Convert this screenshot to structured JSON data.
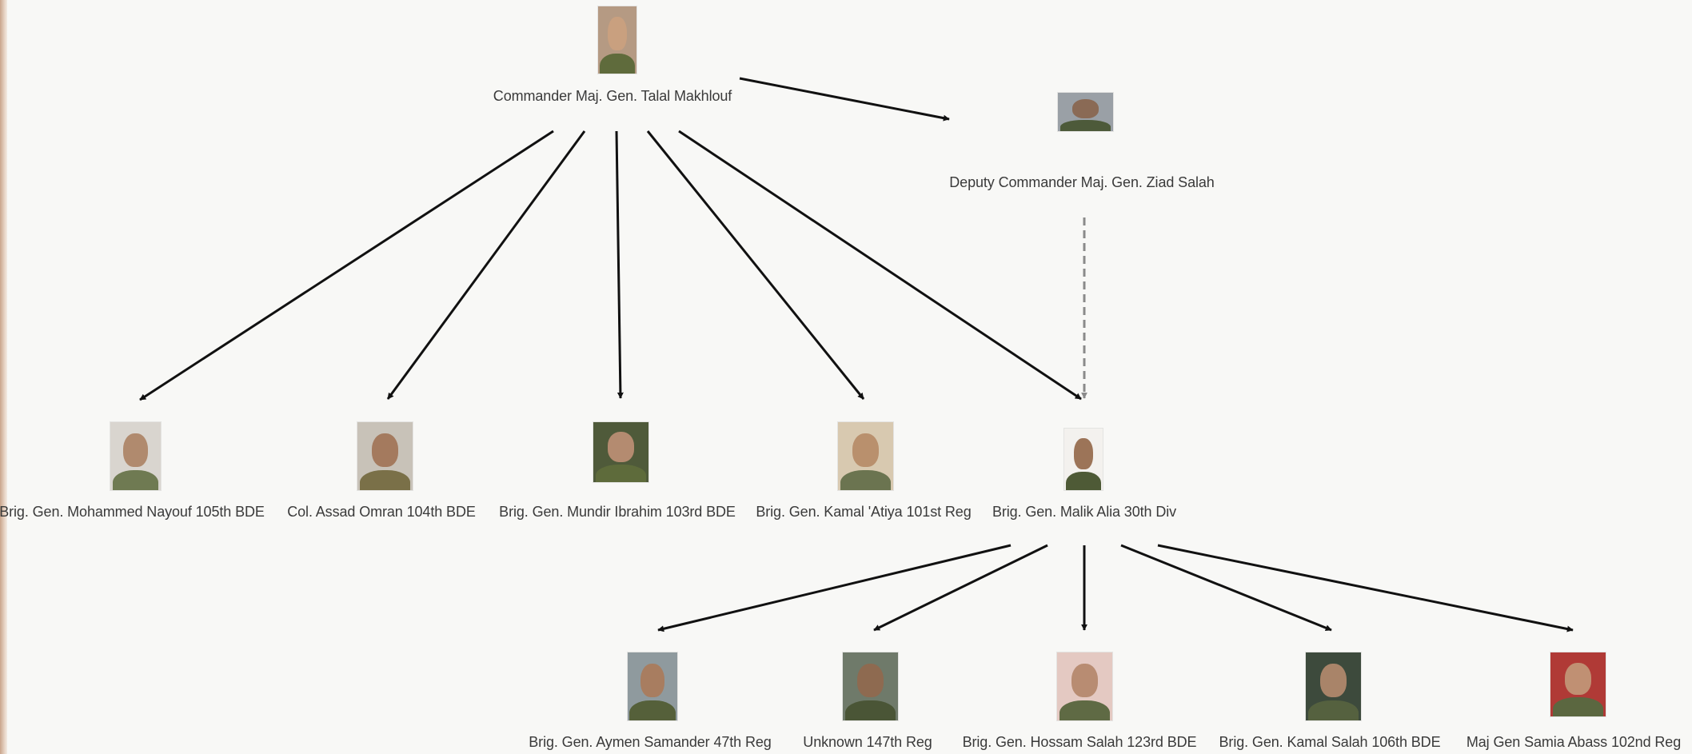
{
  "nodes": [
    {
      "id": "n0",
      "label": "Commander Maj. Gen. Talal Makhlouf",
      "photo": {
        "bg": "#b59a83",
        "skin": "#c9a07f",
        "body": "#5f6b3c"
      }
    },
    {
      "id": "n1",
      "label": "Deputy Commander Maj. Gen. Ziad Salah",
      "photo": {
        "bg": "#9aa0a6",
        "skin": "#8a6a55",
        "body": "#4d5a3a"
      }
    },
    {
      "id": "n2",
      "label": "Brig. Gen. Mohammed Nayouf 105th BDE",
      "photo": {
        "bg": "#d9d5cf",
        "skin": "#b08a6e",
        "body": "#6f7a52"
      }
    },
    {
      "id": "n3",
      "label": "Col. Assad Omran 104th BDE",
      "photo": {
        "bg": "#c8c2b8",
        "skin": "#a47a5e",
        "body": "#7a7048"
      }
    },
    {
      "id": "n4",
      "label": "Brig. Gen. Mundir Ibrahim 103rd BDE",
      "photo": {
        "bg": "#4f5a3a",
        "skin": "#b48b70",
        "body": "#5e6b3b"
      }
    },
    {
      "id": "n5",
      "label": "Brig. Gen. Kamal 'Atiya 101st Reg",
      "photo": {
        "bg": "#d8c9b0",
        "skin": "#b9906d",
        "body": "#6b7450"
      }
    },
    {
      "id": "n6",
      "label": "Brig. Gen. Malik Alia 30th Div",
      "photo": {
        "bg": "#f3f1ee",
        "skin": "#9c7458",
        "body": "#4e5a36"
      }
    },
    {
      "id": "n7",
      "label": "Brig. Gen. Aymen Samander 47th Reg",
      "photo": {
        "bg": "#8f9a9e",
        "skin": "#a87d60",
        "body": "#55603a"
      }
    },
    {
      "id": "n8",
      "label": "Unknown 147th Reg",
      "photo": {
        "bg": "#6f7a6a",
        "skin": "#8e6a50",
        "body": "#4a5536"
      }
    },
    {
      "id": "n9",
      "label": "Brig. Gen. Hossam Salah 123rd BDE",
      "photo": {
        "bg": "#e4c9c2",
        "skin": "#b88c72",
        "body": "#5f6a44"
      }
    },
    {
      "id": "n10",
      "label": "Brig. Gen. Kamal Salah 106th BDE",
      "photo": {
        "bg": "#3d4a3c",
        "skin": "#a98469",
        "body": "#55613f"
      }
    },
    {
      "id": "n11",
      "label": "Maj Gen Samia Abass 102nd Reg",
      "photo": {
        "bg": "#b03a36",
        "skin": "#c09073",
        "body": "#5b6740"
      }
    }
  ],
  "edges": [
    {
      "from": "n0",
      "to": "n1",
      "style": "solid"
    },
    {
      "from": "n0",
      "to": "n2",
      "style": "solid"
    },
    {
      "from": "n0",
      "to": "n3",
      "style": "solid"
    },
    {
      "from": "n0",
      "to": "n4",
      "style": "solid"
    },
    {
      "from": "n0",
      "to": "n5",
      "style": "solid"
    },
    {
      "from": "n0",
      "to": "n6",
      "style": "solid"
    },
    {
      "from": "n1",
      "to": "n6",
      "style": "dashed"
    },
    {
      "from": "n6",
      "to": "n7",
      "style": "solid"
    },
    {
      "from": "n6",
      "to": "n8",
      "style": "solid"
    },
    {
      "from": "n6",
      "to": "n9",
      "style": "solid"
    },
    {
      "from": "n6",
      "to": "n10",
      "style": "solid"
    },
    {
      "from": "n6",
      "to": "n11",
      "style": "solid"
    }
  ],
  "colors": {
    "edge": "#111111",
    "dashed_edge": "#8a8a8a",
    "label": "#3a3a3a",
    "background": "#f8f8f6"
  }
}
